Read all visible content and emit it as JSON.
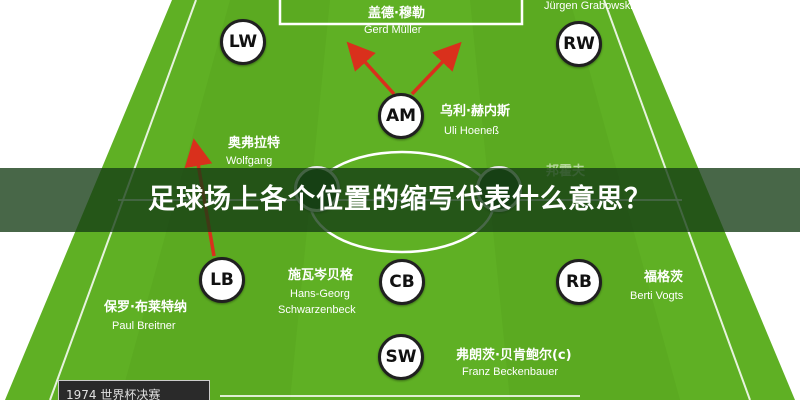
{
  "colors": {
    "pitch_green": "#5fb024",
    "pitch_stripe": "#56a31f",
    "outer_bg": "#ffffff",
    "line_white": "#ffffff",
    "arrow_red": "#d9301c",
    "banner_bg": "#143c14"
  },
  "banner": {
    "title": "足球场上各个位置的缩写代表什么意思？"
  },
  "positions": {
    "lw": "LW",
    "rw": "RW",
    "am": "AM",
    "lb": "LB",
    "cb": "CB",
    "rb": "RB",
    "sw": "SW"
  },
  "players": {
    "top_center_cn": "盖德·穆勒",
    "top_center_en": "Gerd Müller",
    "top_right_en": "Jürgen Grabowski",
    "am_cn": "乌利·赫内斯",
    "am_en": "Uli Hoeneß",
    "left_mid_cn": "奥弗拉特",
    "left_mid_en": "Wolfgang",
    "right_mid_cn": "邦霍夫",
    "cb_cn": "施瓦岑贝格",
    "cb_en_1": "Hans-Georg",
    "cb_en_2": "Schwarzenbeck",
    "lb_cn": "保罗·布莱特纳",
    "lb_en": "Paul Breitner",
    "rb_cn": "福格茨",
    "rb_en": "Berti Vogts",
    "sw_cn": "弗朗茨·贝肯鲍尔(c)",
    "sw_en": "Franz Beckenbauer"
  },
  "caption": {
    "corner_text": "1974 世界杯决赛"
  }
}
